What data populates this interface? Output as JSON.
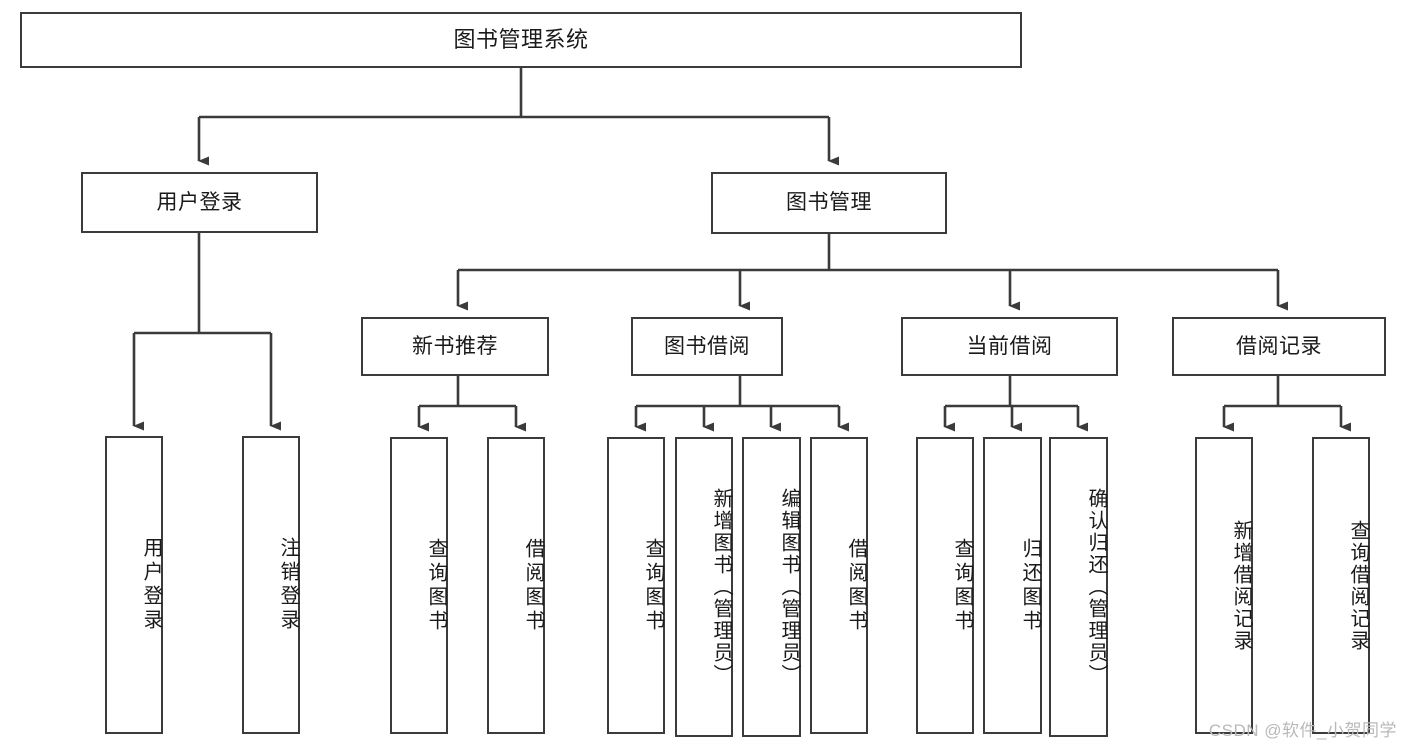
{
  "diagram": {
    "title": "图书管理系统",
    "type": "hierarchy-tree",
    "watermark": "CSDN @软件_小贺同学",
    "colors": {
      "stroke": "#3b3b3b",
      "fill": "#ffffff",
      "text": "#1a1a1a",
      "watermark": "#b9b9b9"
    },
    "root": {
      "label": "图书管理系统"
    },
    "level2": [
      {
        "label": "用户登录"
      },
      {
        "label": "图书管理"
      }
    ],
    "level3": [
      {
        "label": "新书推荐"
      },
      {
        "label": "图书借阅"
      },
      {
        "label": "当前借阅"
      },
      {
        "label": "借阅记录"
      }
    ],
    "leaves": {
      "user_login": [
        {
          "label": "用户登录"
        },
        {
          "label": "注销登录"
        }
      ],
      "new_book": [
        {
          "label": "查询图书"
        },
        {
          "label": "借阅图书"
        }
      ],
      "book_borrow": [
        {
          "label": "查询图书"
        },
        {
          "label": "新增图书（管理员）"
        },
        {
          "label": "编辑图书（管理员）"
        },
        {
          "label": "借阅图书"
        }
      ],
      "current_borrow": [
        {
          "label": "查询图书"
        },
        {
          "label": "归还图书"
        },
        {
          "label": "确认归还（管理员）"
        }
      ],
      "borrow_record": [
        {
          "label": "新增借阅记录"
        },
        {
          "label": "查询借阅记录"
        }
      ]
    }
  }
}
